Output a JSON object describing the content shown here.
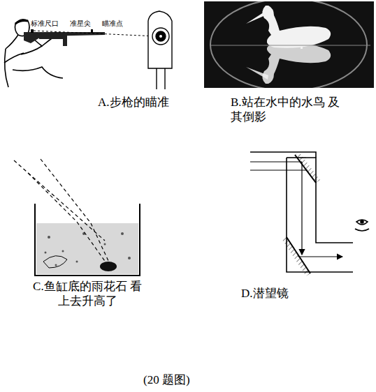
{
  "diagram": {
    "caption": "(20 题图)",
    "labels": [
      "标准尺口",
      "准星尖",
      "瞄准点",
      "A.步枪的瞄准",
      "B.站在水中的水鸟 及其倒影",
      "C.鱼缸底的雨花石 看上去升高了",
      "D.潜望镜"
    ]
  }
}
